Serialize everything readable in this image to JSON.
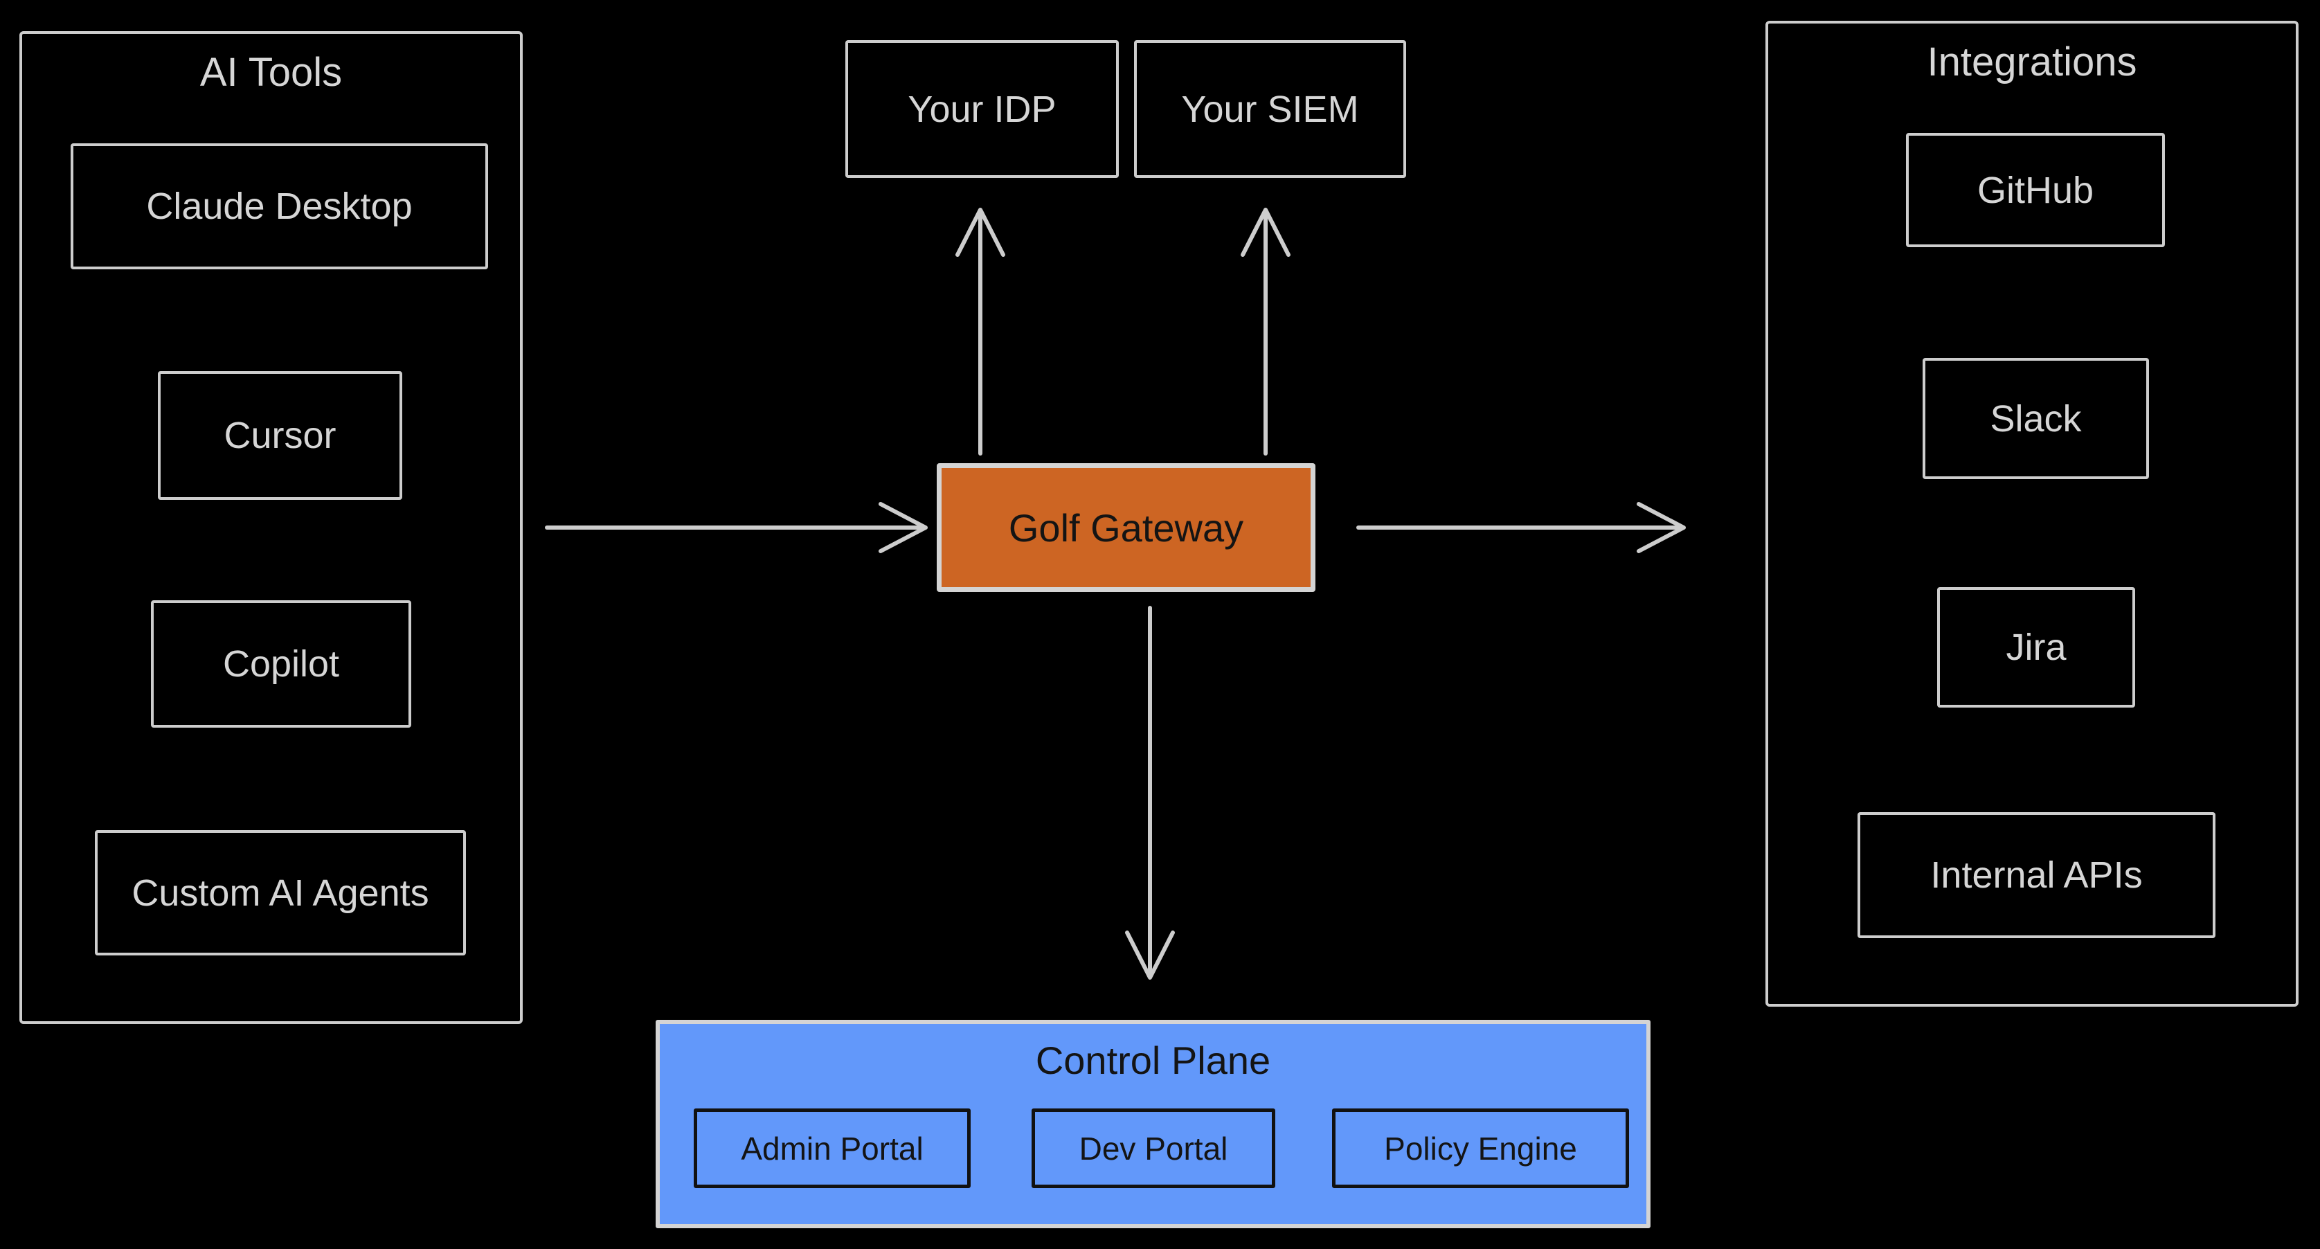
{
  "diagram": {
    "colors": {
      "background": "#000000",
      "stroke": "#cdcdcd",
      "box_text": "#d6d6d6",
      "gateway_fill": "#cd6523",
      "gateway_border": "#d4d4d4",
      "control_fill": "#6298fa",
      "dark_text": "#141414"
    },
    "ai_tools": {
      "title": "AI Tools",
      "items": [
        "Claude Desktop",
        "Cursor",
        "Copilot",
        "Custom AI Agents"
      ]
    },
    "external_systems": [
      "Your IDP",
      "Your SIEM"
    ],
    "gateway": {
      "label": "Golf Gateway"
    },
    "integrations": {
      "title": "Integrations",
      "items": [
        "GitHub",
        "Slack",
        "Jira",
        "Internal APIs"
      ]
    },
    "control_plane": {
      "title": "Control Plane",
      "items": [
        "Admin Portal",
        "Dev Portal",
        "Policy Engine"
      ]
    },
    "arrows": [
      "ai-tools to gateway",
      "gateway to your-idp",
      "gateway to your-siem",
      "gateway to integrations",
      "gateway to control-plane"
    ]
  }
}
